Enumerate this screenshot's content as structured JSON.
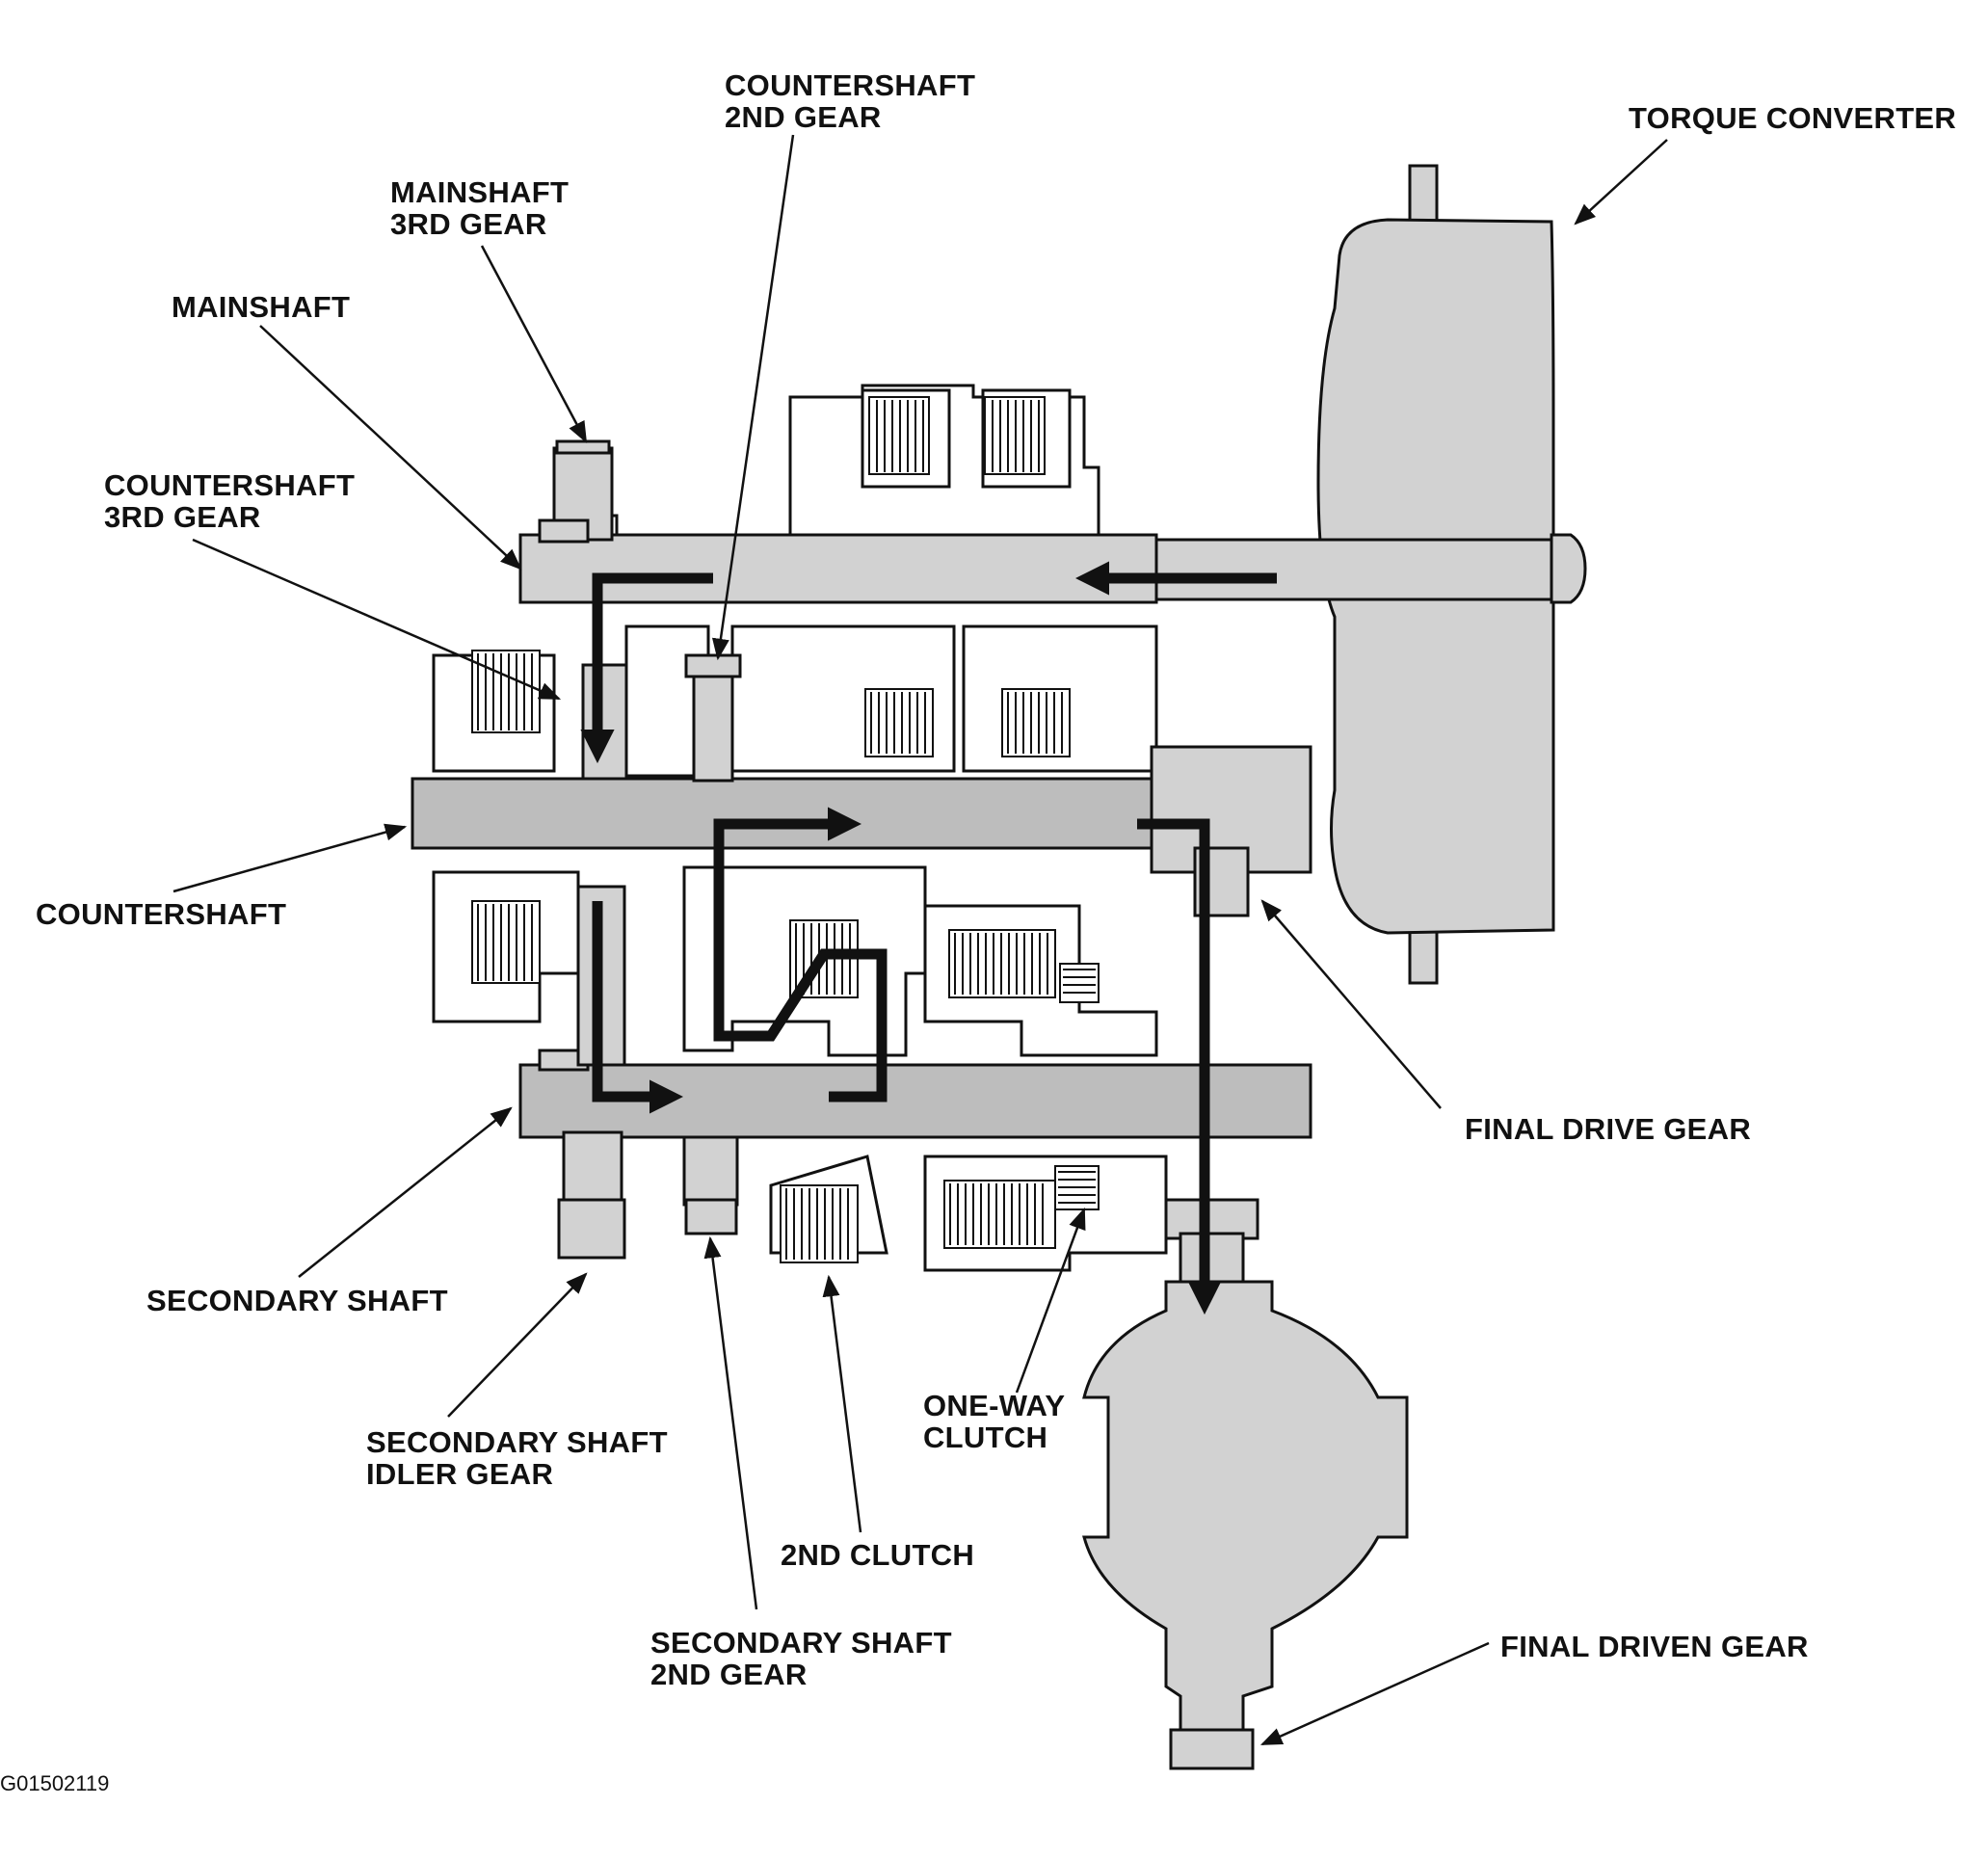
{
  "labels": {
    "countershaft_2nd_gear": [
      "COUNTERSHAFT",
      "2ND GEAR"
    ],
    "torque_converter": "TORQUE CONVERTER",
    "mainshaft_3rd_gear": [
      "MAINSHAFT",
      "3RD GEAR"
    ],
    "mainshaft": "MAINSHAFT",
    "countershaft_3rd_gear": [
      "COUNTERSHAFT",
      "3RD GEAR"
    ],
    "countershaft": "COUNTERSHAFT",
    "final_drive_gear": "FINAL DRIVE GEAR",
    "secondary_shaft": "SECONDARY SHAFT",
    "secondary_shaft_idler_gear": [
      "SECONDARY SHAFT",
      "IDLER GEAR"
    ],
    "one_way_clutch": [
      "ONE-WAY",
      "CLUTCH"
    ],
    "second_clutch": "2ND CLUTCH",
    "secondary_shaft_2nd_gear": [
      "SECONDARY SHAFT",
      "2ND GEAR"
    ],
    "final_driven_gear": "FINAL DRIVEN GEAR"
  },
  "figure_code": "G01502119"
}
